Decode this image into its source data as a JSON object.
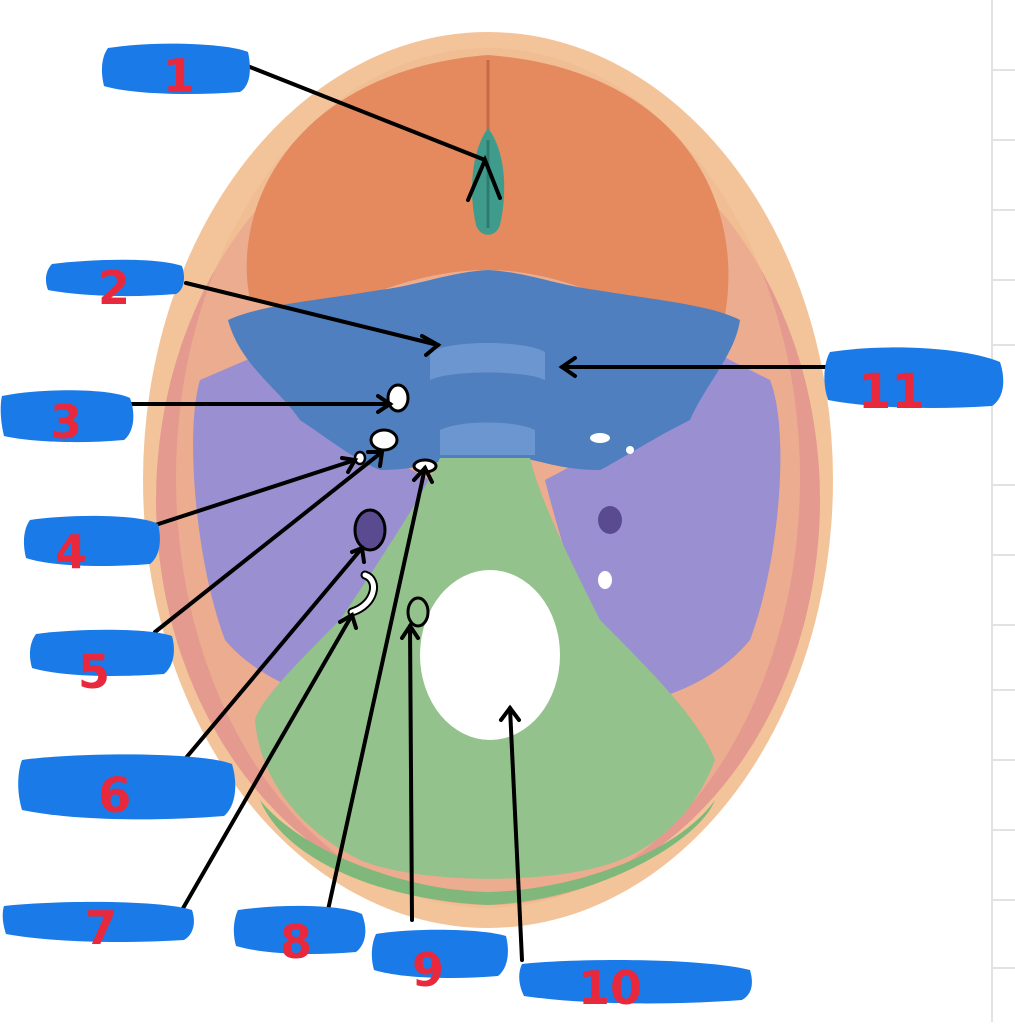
{
  "labels": [
    {
      "num": "1"
    },
    {
      "num": "2"
    },
    {
      "num": "3"
    },
    {
      "num": "4"
    },
    {
      "num": "5"
    },
    {
      "num": "6"
    },
    {
      "num": "7"
    },
    {
      "num": "8"
    },
    {
      "num": "9"
    },
    {
      "num": "10"
    },
    {
      "num": "11"
    }
  ],
  "colors": {
    "frontal": "#e48a5e",
    "crista": "#3f9c8c",
    "sphenoid": "#4f7fbf",
    "temporal": "#9a8fd0",
    "occipital": "#94c28c",
    "parietal": "#e59a8f",
    "skull_rim": "#f3c49a",
    "redaction": "#1a7be8",
    "label_ink": "#e8283c",
    "leader": "#000000"
  }
}
